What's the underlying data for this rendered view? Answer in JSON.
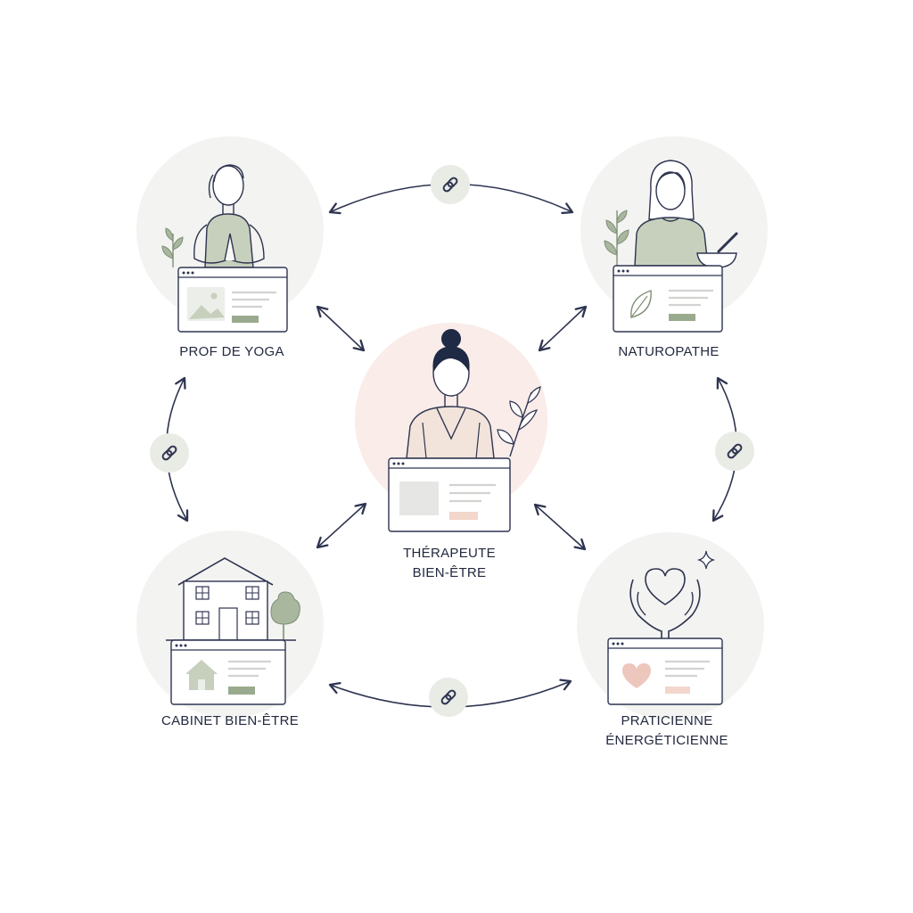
{
  "colors": {
    "ink": "#2e3450",
    "sage": "#9aaa8e",
    "sage_light": "#c6d0bc",
    "bg_circle": "#f3f3f1",
    "bg_circle_center": "#f9ece9",
    "blush": "#edc7bd",
    "skin": "#f2e4da",
    "hair": "#1f2a44"
  },
  "nodes": [
    {
      "id": "yoga",
      "label_lines": [
        "PROF DE YOGA"
      ],
      "illustration": "yoga-teacher-icon"
    },
    {
      "id": "naturo",
      "label_lines": [
        "NATUROPATHE"
      ],
      "illustration": "naturopath-icon"
    },
    {
      "id": "center",
      "label_lines": [
        "THÉRAPEUTE",
        "BIEN-ÊTRE"
      ],
      "illustration": "therapist-icon"
    },
    {
      "id": "cabinet",
      "label_lines": [
        "CABINET BIEN-ÊTRE"
      ],
      "illustration": "house-icon"
    },
    {
      "id": "energy",
      "label_lines": [
        "PRATICIENNE",
        "ÉNERGÉTICIENNE"
      ],
      "illustration": "heart-hands-icon"
    }
  ],
  "connections": [
    {
      "from": "yoga",
      "to": "naturo",
      "icon": "link-icon"
    },
    {
      "from": "yoga",
      "to": "cabinet",
      "icon": "link-icon"
    },
    {
      "from": "naturo",
      "to": "energy",
      "icon": "link-icon"
    },
    {
      "from": "cabinet",
      "to": "energy",
      "icon": "link-icon"
    },
    {
      "from": "yoga",
      "to": "center",
      "icon": "double-arrow-icon"
    },
    {
      "from": "naturo",
      "to": "center",
      "icon": "double-arrow-icon"
    },
    {
      "from": "cabinet",
      "to": "center",
      "icon": "double-arrow-icon"
    },
    {
      "from": "energy",
      "to": "center",
      "icon": "double-arrow-icon"
    }
  ]
}
